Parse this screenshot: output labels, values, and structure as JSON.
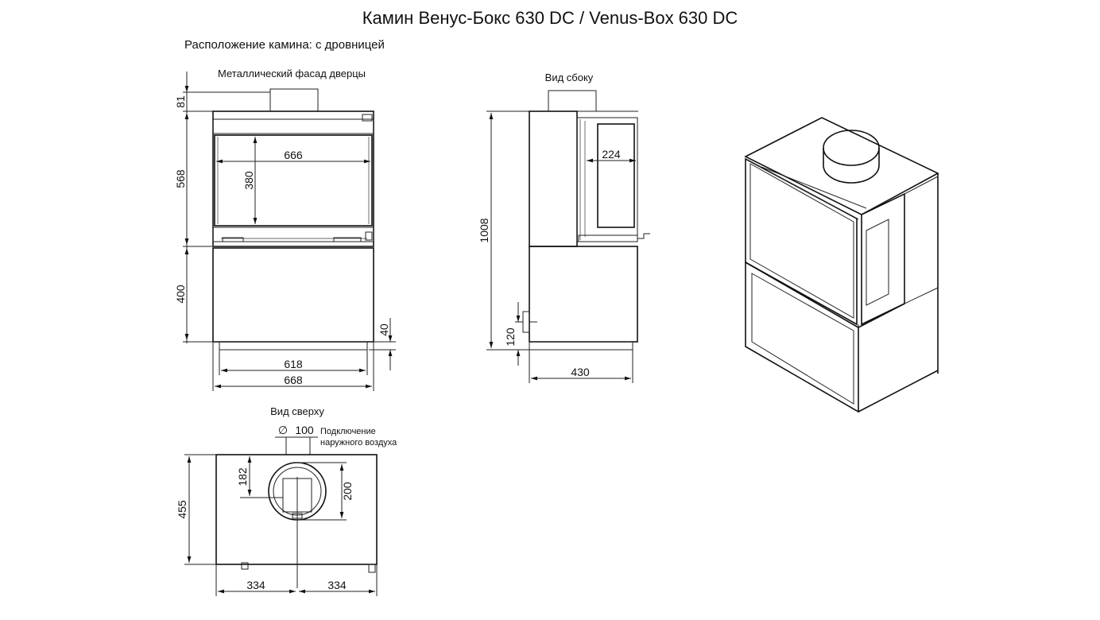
{
  "title": "Камин Венус-Бокс 630 DC / Venus-Box 630 DC",
  "subtitle": "Расположение камина: с дровницей",
  "views": {
    "front": "Металлический фасад дверцы",
    "side": "Вид сбоку",
    "top": "Вид сверху"
  },
  "dimensions": {
    "front_top_offset": "81",
    "front_firebox_height": "568",
    "front_base_height": "400",
    "front_width_inner": "666",
    "front_glass_height": "380",
    "front_foot": "40",
    "front_base_width": "618",
    "front_total_width": "668",
    "side_total_height": "1008",
    "side_glass_depth": "224",
    "side_air_inlet": "120",
    "side_depth": "430",
    "top_depth": "455",
    "top_flue_offset": "182",
    "top_flue_diameter": "200",
    "top_air_diameter": "100",
    "top_half_left": "334",
    "top_half_right": "334"
  },
  "notes": {
    "air_connection_line1": "Подключение",
    "air_connection_line2": "наружного воздуха",
    "diameter_symbol": "∅"
  }
}
